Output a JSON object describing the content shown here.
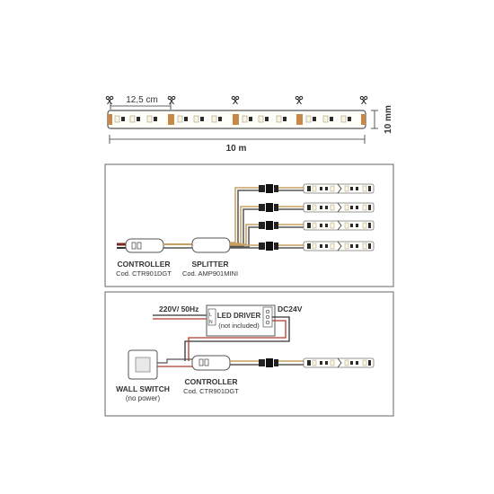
{
  "strip": {
    "cut_length": "12,5 cm",
    "total_length": "10 m",
    "width": "10 mm"
  },
  "panel1": {
    "controller_title": "CONTROLLER",
    "controller_code": "Cod. CTR901DGT",
    "splitter_title": "SPLITTER",
    "splitter_code": "Cod. AMP901MINI"
  },
  "panel2": {
    "mains": "220V/ 50Hz",
    "driver_title": "LED DRIVER",
    "driver_note": "(not included)",
    "dc": "DC24V",
    "switch_title": "WALL SWITCH",
    "switch_note": "(no power)",
    "controller_title": "CONTROLLER",
    "controller_code": "Cod. CTR901DGT",
    "terminal_l": "L",
    "terminal_n": "N"
  },
  "colors": {
    "outline": "#555555",
    "wire_gold": "#c8a060",
    "wire_red": "#b03a2e",
    "copper": "#c8884a",
    "led_cream": "#fff6dc",
    "led_dark": "#2b2b2b"
  },
  "icons": [
    "scissors-icon"
  ]
}
